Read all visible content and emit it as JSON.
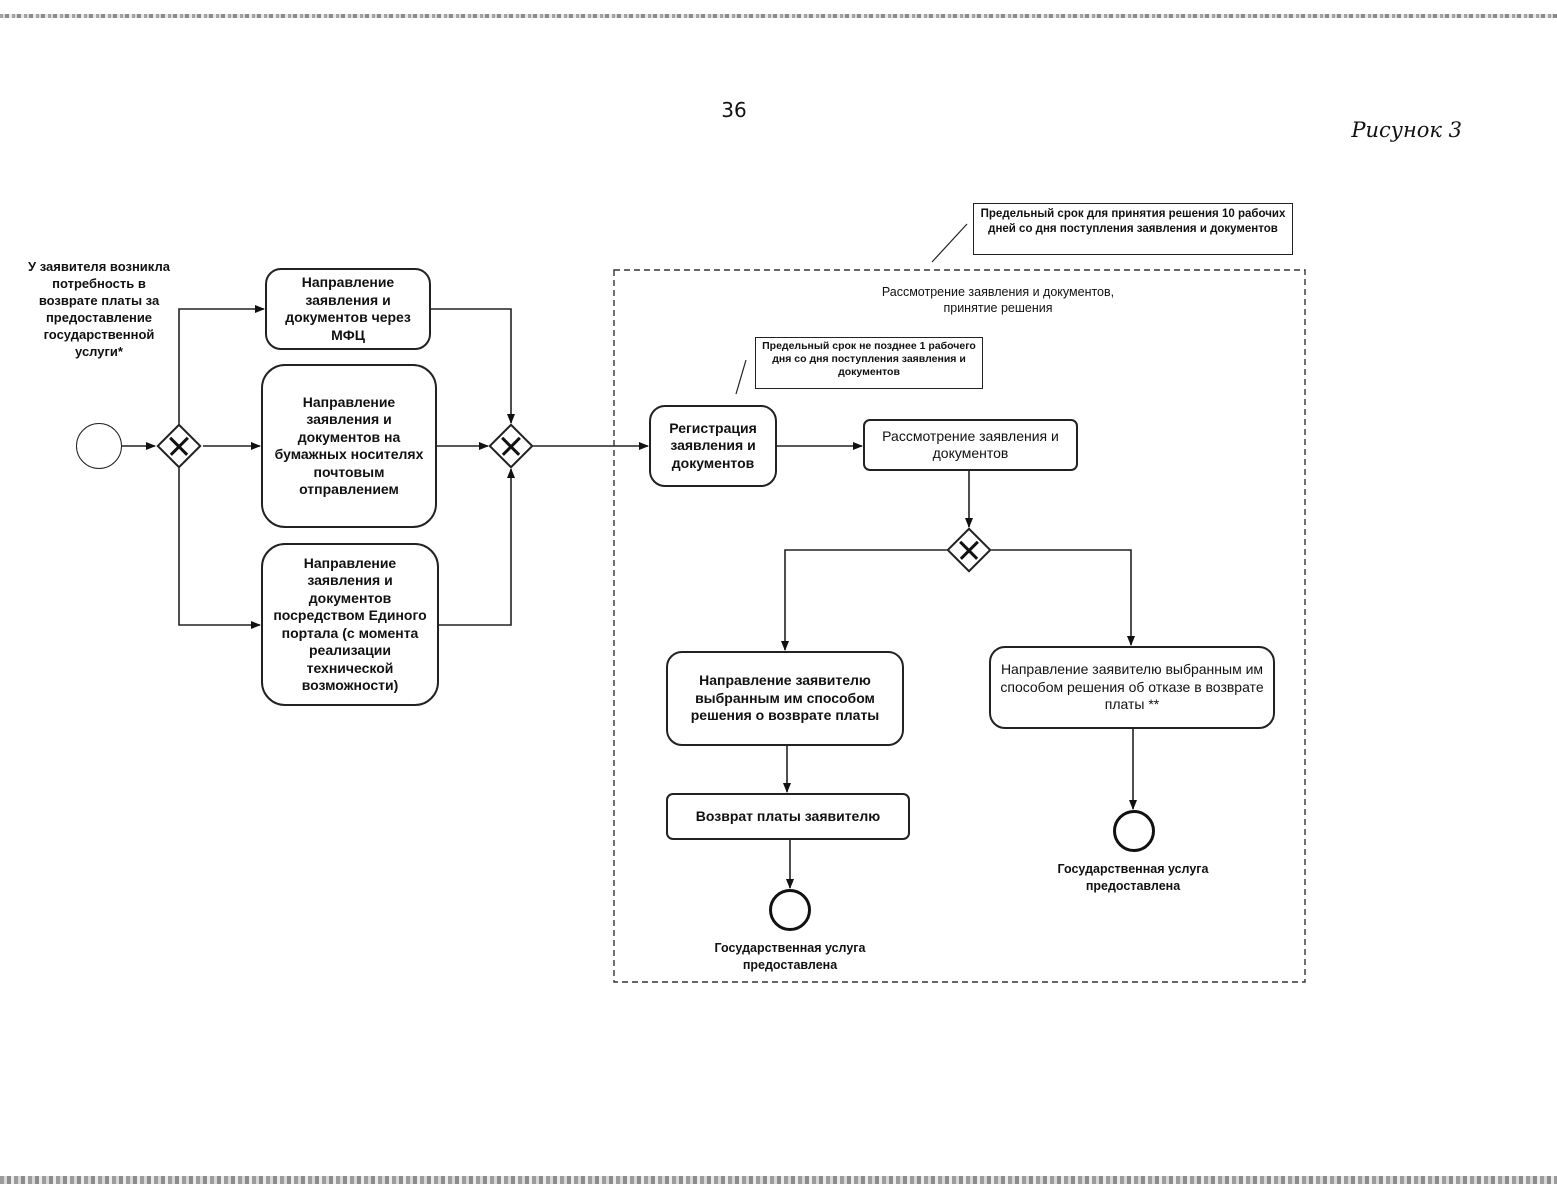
{
  "page_number": "36",
  "figure_label": "Рисунок 3",
  "start_event_label": "У заявителя возникла потребность в возврате платы за предоставление государственной услуги*",
  "submission_options": {
    "mfc": "Направление заявления и документов через МФЦ",
    "paper_mail": "Направление заявления и документов на бумажных носителях почтовым отправлением",
    "unified_portal": "Направление заявления и документов посредством Единого портала (с момента реализации технической возможности)"
  },
  "decision_deadline_note": "Предельный срок для принятия решения 10 рабочих дней со дня поступления заявления и документов",
  "review_group_title": "Рассмотрение заявления и документов, принятие решения",
  "registration_deadline_note": "Предельный срок не позднее 1 рабочего дня со дня поступления заявления и документов",
  "registration_task": "Регистрация заявления и документов",
  "review_task": "Рассмотрение заявления и документов",
  "refund_decision_task": "Направление заявителю выбранным им способом решения о возврате платы",
  "refusal_decision_task": "Направление заявителю выбранным им способом решения об отказе в возврате платы **",
  "refund_payment_task": "Возврат платы заявителю",
  "end_event_label_1": "Государственная услуга предоставлена",
  "end_event_label_2": "Государственная услуга предоставлена"
}
